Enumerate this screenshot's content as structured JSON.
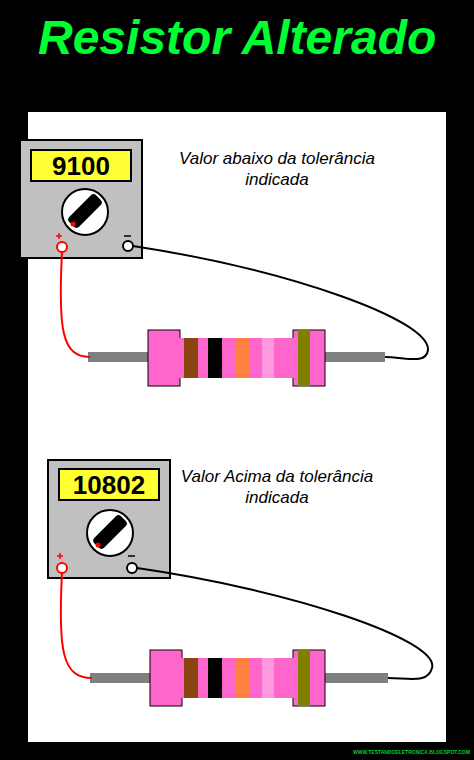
{
  "diagram": {
    "title": "Resistor Alterado",
    "nodes": [
      {
        "text": [
          "9100"
        ]
      },
      {
        "text": [
          "10802"
        ]
      }
    ],
    "labels": [
      "Valor abaixo da tolerância indicada",
      "Valor Acima da tolerância indicada",
      "WWW.TESTANDOELETRONICA.BLOGSPOT.COM"
    ]
  }
}
